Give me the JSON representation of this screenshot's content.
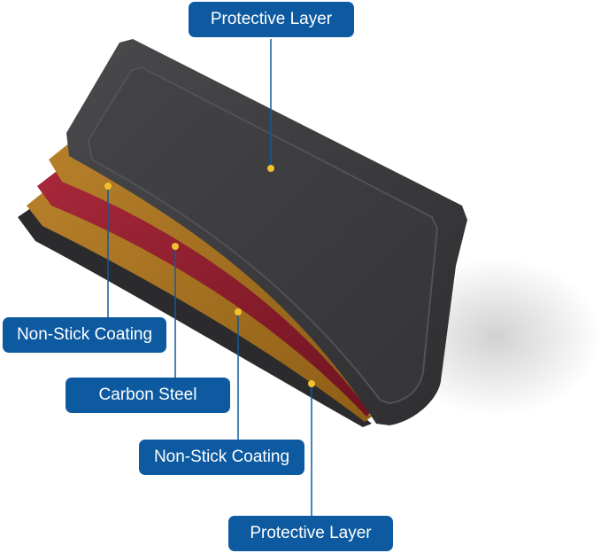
{
  "colors": {
    "label_bg": "#0d5aa0",
    "label_text": "#ffffff",
    "pan_dark": "#3a3a3c",
    "pan_edge": "#2a2a2c",
    "non_stick_coating": "#a9741f",
    "carbon_steel": "#8e1d2c",
    "leader_line": "#0d5aa0",
    "marker_dot": "#f3c030"
  },
  "labels": {
    "top": "Protective Layer",
    "non_stick_upper": "Non-Stick Coating",
    "carbon_steel": "Carbon Steel",
    "non_stick_lower": "Non-Stick Coating",
    "bottom": "Protective Layer"
  }
}
